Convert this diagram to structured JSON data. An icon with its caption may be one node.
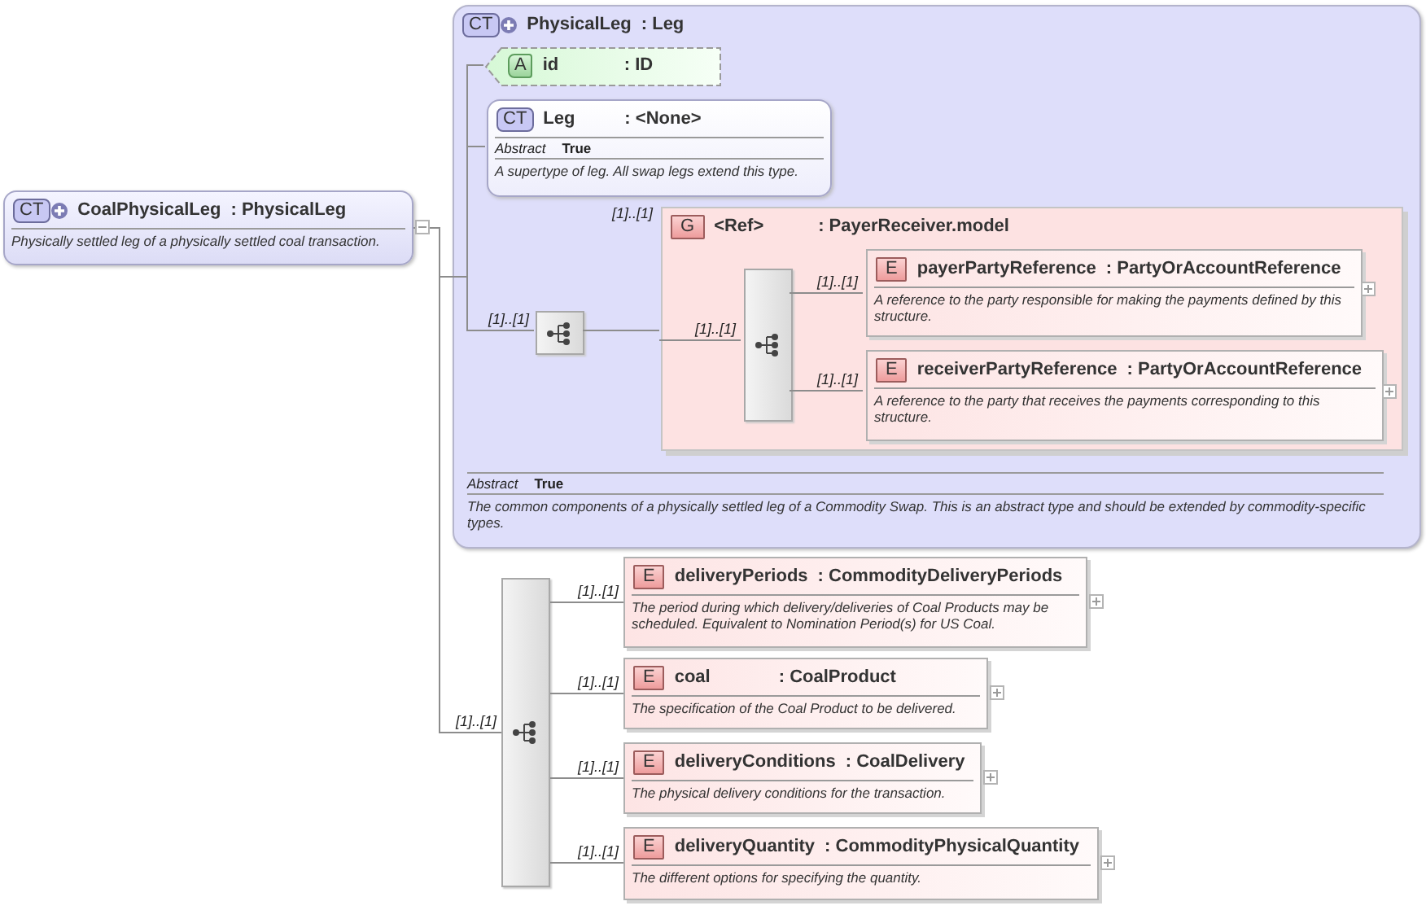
{
  "diagram": {
    "nodes": [
      {
        "text": [
          "CT",
          "CoalPhysicalLeg",
          ": PhysicalLeg",
          "Physically settled leg of a physically settled coal transaction."
        ]
      },
      {
        "text": [
          "CT",
          "PhysicalLeg",
          ": Leg",
          "Abstract",
          "True",
          "The common components of a physically settled leg of a Commodity Swap. This is an abstract type and should be extended by commodity-specific types."
        ]
      },
      {
        "text": [
          "A",
          "id",
          ": ID"
        ],
        "in": 1
      },
      {
        "text": [
          "CT",
          "Leg",
          ": <None>",
          "Abstract",
          "True",
          "A supertype of leg. All swap legs extend this type."
        ],
        "in": 1
      },
      {
        "text": [],
        "shape": "box",
        "in": 1
      },
      {
        "text": [
          "G",
          "<Ref>",
          ": PayerReceiver.model"
        ],
        "beside": [
          "[1]..[1]"
        ],
        "in": 1
      },
      {
        "text": [],
        "shape": "box",
        "in": 5
      },
      {
        "text": [
          "E",
          "payerPartyReference",
          ": PartyOrAccountReference",
          "A reference to the party responsible for making the payments defined by this structure."
        ],
        "in": 5
      },
      {
        "text": [
          "E",
          "receiverPartyReference",
          ": PartyOrAccountReference",
          "A reference to the party that receives the payments corresponding to this structure."
        ],
        "in": 5
      },
      {
        "text": [],
        "shape": "box"
      },
      {
        "text": [
          "E",
          "deliveryPeriods",
          ": CommodityDeliveryPeriods",
          "The period during which delivery/deliveries of Coal Products may be scheduled. Equivalent to Nomination Period(s) for US Coal."
        ]
      },
      {
        "text": [
          "E",
          "coal",
          ": CoalProduct",
          "The specification of the Coal Product to be delivered."
        ]
      },
      {
        "text": [
          "E",
          "deliveryConditions",
          ": CoalDelivery",
          "The physical delivery conditions for the transaction."
        ]
      },
      {
        "text": [
          "E",
          "deliveryQuantity",
          ": CommodityPhysicalQuantity",
          "The different options for specifying the quantity."
        ]
      }
    ],
    "edges": [
      {
        "from": 0,
        "to": 1,
        "arrow": "none"
      },
      {
        "from": 0,
        "to": 9,
        "arrow": "none",
        "label": "[1]..[1]"
      },
      {
        "from": 1,
        "to": 2,
        "arrow": "none"
      },
      {
        "from": 1,
        "to": 3,
        "arrow": "none"
      },
      {
        "from": 1,
        "to": 4,
        "arrow": "none",
        "label": "[1]..[1]"
      },
      {
        "from": 4,
        "to": 5,
        "arrow": "none"
      },
      {
        "from": 5,
        "to": 6,
        "arrow": "none",
        "label": "[1]..[1]"
      },
      {
        "from": 6,
        "to": 7,
        "arrow": "none",
        "label": "[1]..[1]"
      },
      {
        "from": 6,
        "to": 8,
        "arrow": "none",
        "label": "[1]..[1]"
      },
      {
        "from": 9,
        "to": 10,
        "arrow": "none",
        "label": "[1]..[1]"
      },
      {
        "from": 9,
        "to": 11,
        "arrow": "none",
        "label": "[1]..[1]"
      },
      {
        "from": 9,
        "to": 12,
        "arrow": "none",
        "label": "[1]..[1]"
      },
      {
        "from": 9,
        "to": 13,
        "arrow": "none",
        "label": "[1]..[1]"
      }
    ]
  }
}
